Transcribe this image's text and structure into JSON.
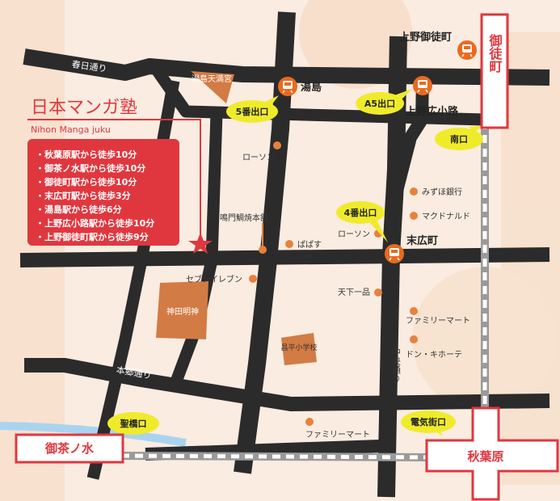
{
  "school": {
    "name_jp": "日本マンガ塾",
    "name_en": "Nihon Manga juku",
    "access": [
      "・秋葉原駅から徒歩10分",
      "・御茶ノ水駅から徒歩10分",
      "・御徒町駅から徒歩10分",
      "・末広町駅から徒歩3分",
      "・湯島駅から徒歩6分",
      "・上野広小路駅から徒歩10分",
      "・上野御徒町駅から徒歩9分"
    ]
  },
  "stations": {
    "okachimachi": "御徒町",
    "akihabara": "秋葉原",
    "ochanomizu": "御茶ノ水",
    "yushima": "湯島",
    "suehirocho": "末広町",
    "ueno_okachimachi": "上野御徒町",
    "ueno_hirokoji": "上野広小路"
  },
  "exits": {
    "exit5": "5番出口",
    "exitA5": "A5出口",
    "minamiguchi": "南口",
    "exit4": "4番出口",
    "hijiribashi": "聖橋口",
    "denkigai": "電気街口"
  },
  "streets": {
    "kasuga": "春日通り",
    "hongo": "本郷通り",
    "chuo": "中央通り"
  },
  "landmarks": {
    "yushima_tenjin": "湯島天満宮",
    "kanda_myojin": "神田明神",
    "shohei_school": "昌平小学校",
    "naruto_taiyaki": "鳴門鯛焼本舗"
  },
  "pois": {
    "lawson1": "ローソン",
    "mizuho": "みずほ銀行",
    "mcdonalds": "マクドナルド",
    "lawson2": "ローソン",
    "papasu": "ぱぱす",
    "seven": "セブンイレブン",
    "tenkaippin": "天下一品",
    "familymart1": "ファミリーマート",
    "donki": "ドン・キホーテ",
    "familymart2": "ファミリーマート"
  },
  "colors": {
    "road": "#2b2b2b",
    "accent_red": "#e0373f",
    "bubble_yellow": "#f0eb2a",
    "poi_orange": "#e8813e",
    "landmark_brown": "#d37b44",
    "station_orange": "#ea6a1f",
    "rail_gray": "#9a9a9a",
    "background_peach": "#f6ddc7",
    "river_blue": "#a9d4ef"
  },
  "icons": {
    "school": "star-icon",
    "station": "train-icon",
    "poi": "dot-icon"
  }
}
